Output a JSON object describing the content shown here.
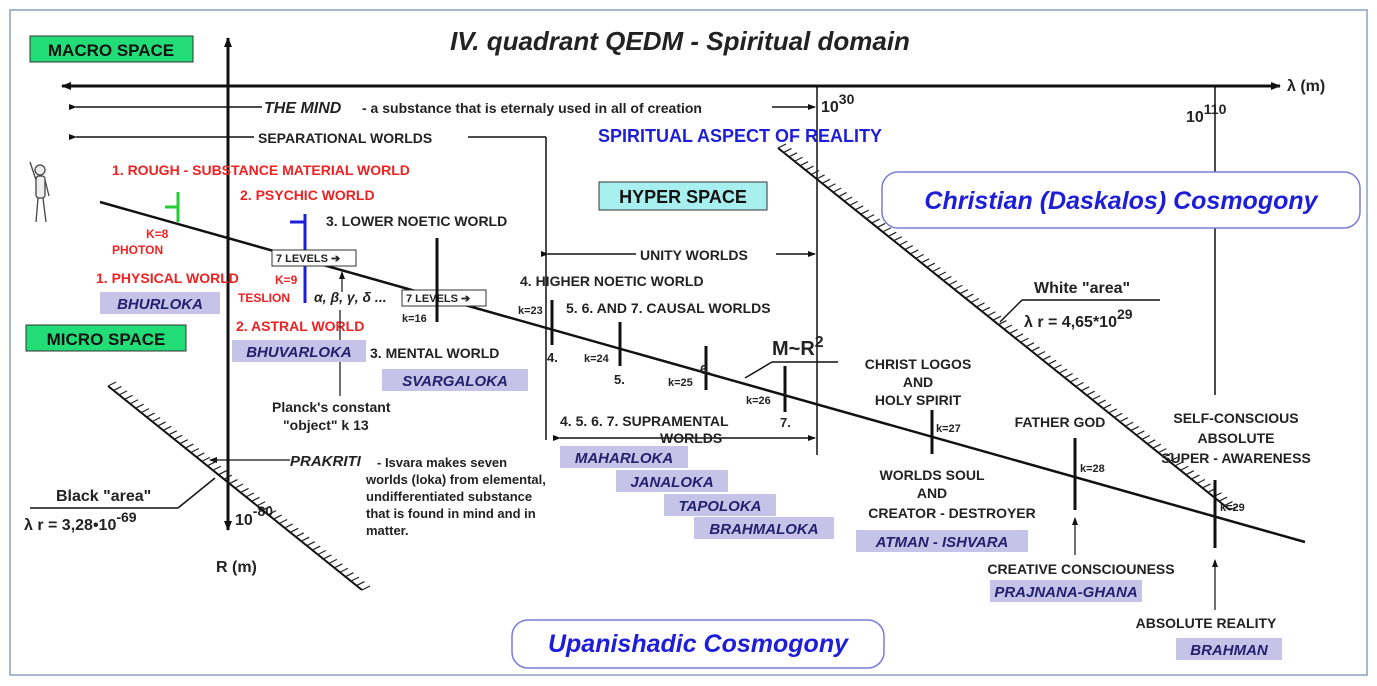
{
  "title": "IV. quadrant QEDM - Spiritual domain",
  "macro_space": "MACRO SPACE",
  "micro_space": "MICRO SPACE",
  "hyper_space": "HYPER SPACE",
  "axis": {
    "lambda_label": "λ (m)",
    "r_label": "R (m)",
    "tick_1030": "10",
    "tick_1030_exp": "30",
    "tick_10110": "10",
    "tick_10110_exp": "110",
    "tick_10m80": "10",
    "tick_10m80_exp": "-80"
  },
  "the_mind": "THE MIND",
  "the_mind_desc": "- a substance that is eternaly used in all of creation",
  "separational_worlds": "SEPARATIONAL WORLDS",
  "spiritual_aspect": "SPIRITUAL ASPECT OF REALITY",
  "unity_worlds": "UNITY WORLDS",
  "christian_cosmogony": "Christian (Daskalos) Cosmogony",
  "upanishadic_cosmogony": "Upanishadic Cosmogony",
  "worlds": {
    "rough": "1. ROUGH - SUBSTANCE MATERIAL WORLD",
    "psychic": "2. PSYCHIC WORLD",
    "lower_noetic": "3. LOWER NOETIC WORLD",
    "physical": "1. PHYSICAL WORLD",
    "astral": "2. ASTRAL WORLD",
    "mental": "3. MENTAL WORLD",
    "higher_noetic": "4. HIGHER NOETIC WORLD",
    "causal": "5. 6. AND 7. CAUSAL WORLDS",
    "supramental_1": "4. 5. 6. 7. SUPRAMENTAL",
    "supramental_2": "WORLDS"
  },
  "lokas": {
    "bhurloka": "BHURLOKA",
    "bhuvarloka": "BHUVARLOKA",
    "svargaloka": "SVARGALOKA",
    "maharloka": "MAHARLOKA",
    "janaloka": "JANALOKA",
    "tapoloka": "TAPOLOKA",
    "brahmaloka": "BRAHMALOKA",
    "atman": "ATMAN - ISHVARA",
    "prajnana": "PRAJNANA-GHANA",
    "brahman": "BRAHMAN"
  },
  "particles": {
    "k8": "K=8",
    "photon": "PHOTON",
    "k9": "K=9",
    "teslion": "TESLION",
    "greek": "α, β, γ, δ ..."
  },
  "levels_label": "7 LEVELS ➔",
  "k_labels": {
    "k16": "k=16",
    "k23": "k=23",
    "k24": "k=24",
    "k25": "k=25",
    "k26": "k=26",
    "k27": "k=27",
    "k28": "k=28",
    "k29": "k=29"
  },
  "num_labels": {
    "n4": "4.",
    "n5": "5.",
    "n6": "6.",
    "n7": "7."
  },
  "planck_1": "Planck's constant",
  "planck_2": "\"object\" k 13",
  "prakriti": "PRAKRITI",
  "prakriti_lines": [
    "- Isvara makes seven",
    "worlds (loka) from elemental,",
    "undifferentiated substance",
    "that is found in mind and in",
    "matter."
  ],
  "black_area": "Black \"area\"",
  "black_formula": "λ r = 3,28•10",
  "black_formula_exp": "-69",
  "white_area": "White \"area\"",
  "white_formula": "λ r = 4,65*10",
  "white_formula_exp": "29",
  "mr2": "M~R",
  "mr2_exp": "2",
  "christ_1": "CHRIST LOGOS",
  "christ_2": "AND",
  "christ_3": "HOLY SPIRIT",
  "worlds_soul_1": "WORLDS SOUL",
  "worlds_soul_2": "AND",
  "worlds_soul_3": "CREATOR - DESTROYER",
  "father_god": "FATHER GOD",
  "self_1": "SELF-CONSCIOUS",
  "self_2": "ABSOLUTE",
  "self_3": "SUPER - AWARENESS",
  "creative": "CREATIVE CONSCIOUNESS",
  "absolute_reality": "ABSOLUTE REALITY",
  "colors": {
    "green_box": "#22dd77",
    "cyan_box": "#a8f0f0",
    "loka_bg": "#c6c3e8",
    "red": "#ee2222",
    "blue": "#1e1ed8",
    "text": "#1a1a1a"
  }
}
